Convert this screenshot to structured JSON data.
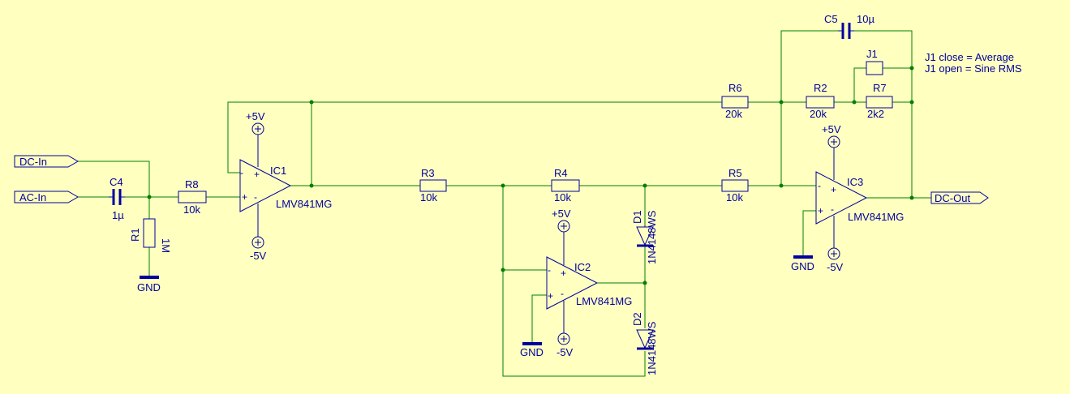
{
  "ports": {
    "dc_in": "DC-In",
    "ac_in": "AC-In",
    "dc_out": "DC-Out"
  },
  "opamps": {
    "ic1": {
      "ref": "IC1",
      "value": "LMV841MG"
    },
    "ic2": {
      "ref": "IC2",
      "value": "LMV841MG"
    },
    "ic3": {
      "ref": "IC3",
      "value": "LMV841MG"
    }
  },
  "resistors": {
    "r1": {
      "ref": "R1",
      "value": "1M"
    },
    "r2": {
      "ref": "R2",
      "value": "20k"
    },
    "r3": {
      "ref": "R3",
      "value": "10k"
    },
    "r4": {
      "ref": "R4",
      "value": "10k"
    },
    "r5": {
      "ref": "R5",
      "value": "10k"
    },
    "r6": {
      "ref": "R6",
      "value": "20k"
    },
    "r7": {
      "ref": "R7",
      "value": "2k2"
    },
    "r8": {
      "ref": "R8",
      "value": "10k"
    }
  },
  "capacitors": {
    "c4": {
      "ref": "C4",
      "value": "1µ"
    },
    "c5": {
      "ref": "C5",
      "value": "10µ"
    }
  },
  "diodes": {
    "d1": {
      "ref": "D1",
      "value": "1N4148WS"
    },
    "d2": {
      "ref": "D2",
      "value": "1N4148WS"
    }
  },
  "jumper": {
    "ref": "J1"
  },
  "supply": {
    "pos": "+5V",
    "neg": "-5V",
    "gnd": "GND"
  },
  "pin_plus": "+",
  "pin_minus": "-",
  "note": {
    "line1": "J1 close = Average",
    "line2": "J1 open = Sine RMS"
  }
}
